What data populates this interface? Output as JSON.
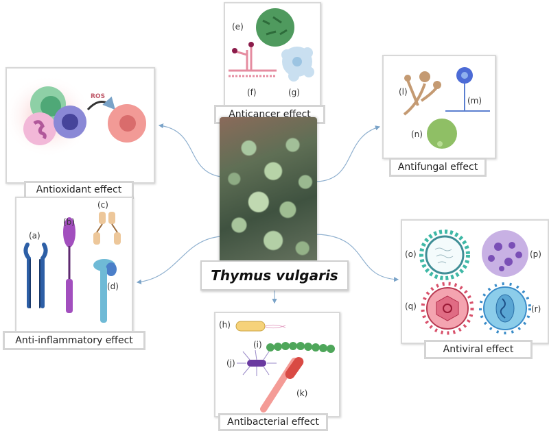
{
  "center": {
    "title": "Thymus vulgaris",
    "image_alt": "thyme plant photo"
  },
  "panels": {
    "antioxidant": {
      "caption": "Antioxidant effect",
      "ros_label": "ROS"
    },
    "anticancer": {
      "caption": "Anticancer effect",
      "labels": [
        "(e)",
        "(f)",
        "(g)"
      ]
    },
    "antifungal": {
      "caption": "Antifungal effect",
      "labels": [
        "(l)",
        "(m)",
        "(n)"
      ]
    },
    "anti_inflammatory": {
      "caption": "Anti-inflammatory effect",
      "labels": [
        "(a)",
        "(b)",
        "(c)",
        "(d)"
      ]
    },
    "antibacterial": {
      "caption": "Antibacterial effect",
      "labels": [
        "(h)",
        "(i)",
        "(j)",
        "(k)"
      ]
    },
    "antiviral": {
      "caption": "Antiviral effect",
      "labels": [
        "(o)",
        "(p)",
        "(q)",
        "(r)"
      ]
    }
  },
  "colors": {
    "connector": "#7aa3c8",
    "caption_border": "#d4d4d4"
  }
}
